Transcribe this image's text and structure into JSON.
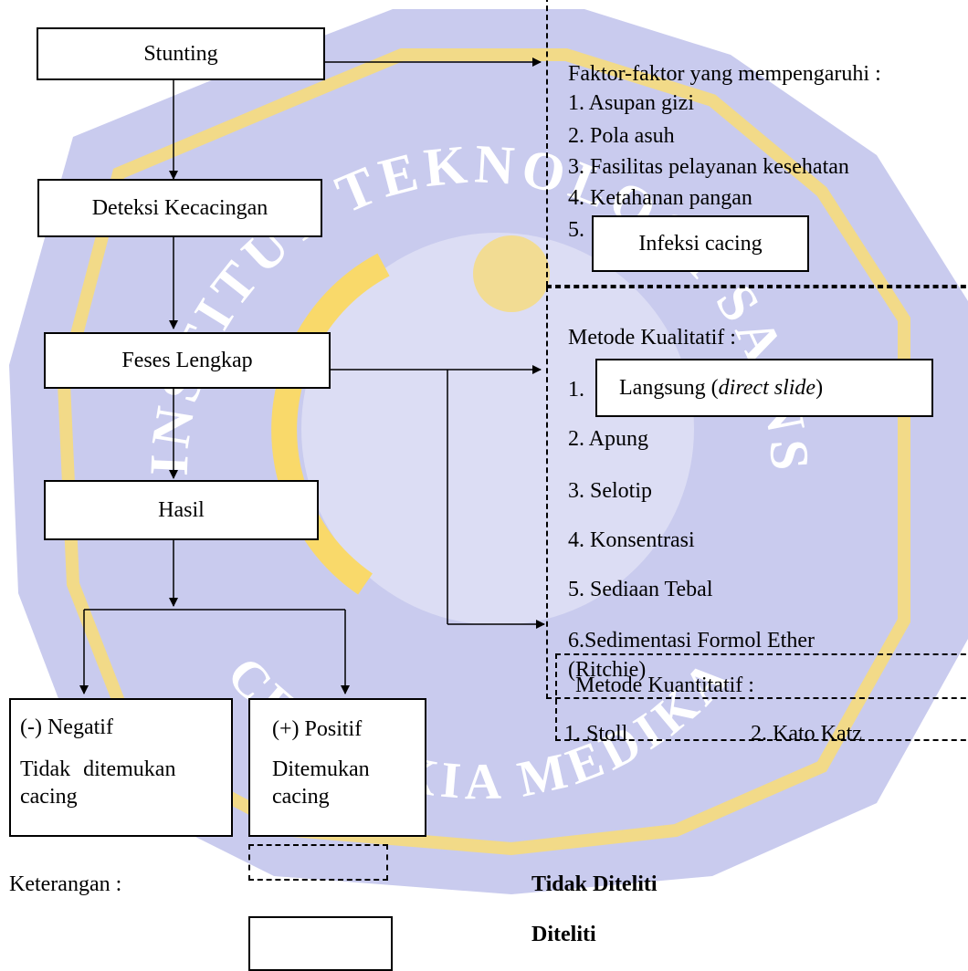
{
  "flow": {
    "stunting": "Stunting",
    "deteksi": "Deteksi Kecacingan",
    "feses": "Feses Lengkap",
    "hasil": "Hasil",
    "negatif": {
      "label": "(-) Negatif",
      "desc_line1": "Tidak ditemukan",
      "desc_line2": "cacing"
    },
    "positif": {
      "label": "(+) Positif",
      "desc_line1": "Ditemukan",
      "desc_line2": "cacing"
    }
  },
  "faktor": {
    "title": "Faktor-faktor yang mempengaruhi :",
    "items": [
      "1. Asupan gizi",
      "2. Pola asuh",
      "3. Fasilitas pelayanan kesehatan",
      "4. Ketahanan pangan"
    ],
    "item5_number": "5.",
    "item5_label": "Infeksi cacing"
  },
  "kualitatif": {
    "title": "Metode Kualitatif :",
    "item1_number": "1.",
    "item1_label": "Langsung (",
    "item1_italic": "direct slide",
    "item1_close": ")",
    "items": [
      "2. Apung",
      "3. Selotip",
      "4. Konsentrasi",
      "5. Sediaan Tebal"
    ],
    "item6_line1": "6.Sedimentasi Formol Ether",
    "item6_line2": "(Ritchie)"
  },
  "kuantitatif": {
    "title": "Metode Kuantitatif :",
    "item1": "1. Stoll",
    "item2": "2. Kato Katz"
  },
  "legend": {
    "title": "Keterangan :",
    "dashed_label": "Tidak Diteliti",
    "solid_label": "Diteliti"
  },
  "watermark": {
    "text_top": "INSTITUT TEKNOLOGI SAINS",
    "text_bottom": "CENDEKIA MEDIKA",
    "color_blue": "#c5c8ec",
    "color_yellow": "#fbe38a"
  }
}
